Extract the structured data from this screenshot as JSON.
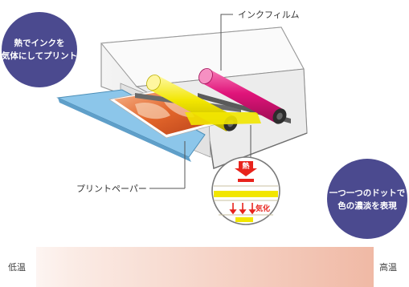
{
  "labels": {
    "ink_film": "インクフィルム",
    "print_paper": "プリントペーパー",
    "heat_bubble": [
      "熱でインクを",
      "気体にしてプリント"
    ],
    "dot_bubble": [
      "一つ一つのドットで",
      "色の濃淡を表現"
    ],
    "heat_mark": "熱",
    "vaporize": "気化",
    "low_temp": "低温",
    "high_temp": "高温"
  },
  "colors": {
    "bubble": "#4b4a8f",
    "yellow_ink": "#f2e600",
    "magenta_ink": "#e0147a",
    "heat_red": "#e8231c",
    "tray_blue": "#8cc6ea",
    "gradient_low": "#fbece6",
    "gradient_high": "#f0b9a5",
    "gradient_edge": "#fdf5f2"
  },
  "icons": {
    "down_arrows": "down-arrow-icon",
    "heat_arrow": "down-arrow-icon"
  }
}
